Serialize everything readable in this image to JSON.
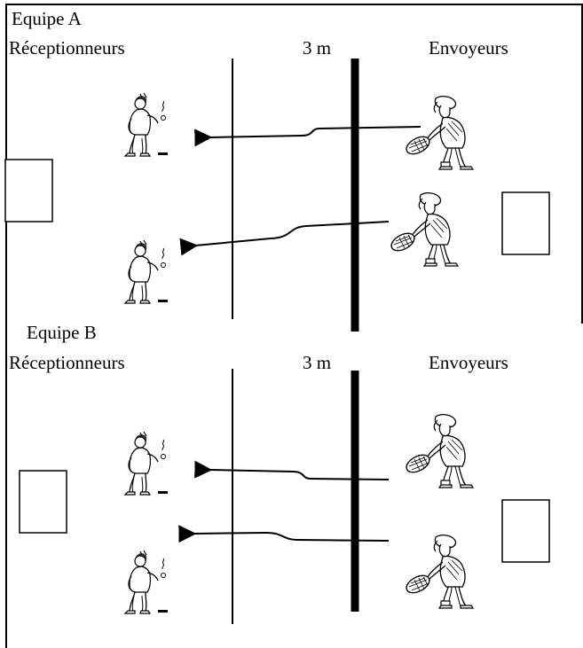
{
  "teams": [
    {
      "name": "Equipe A",
      "receivers_label": "Réceptionneurs",
      "distance_label": "3 m",
      "senders_label": "Envoyeurs"
    },
    {
      "name": "Equipe B",
      "receivers_label": "Réceptionneurs",
      "distance_label": "3 m",
      "senders_label": "Envoyeurs"
    }
  ],
  "icons": {
    "receiver": "receiver-player-figure",
    "sender": "tennis-player-with-racket-figure",
    "target": "rectangle-target",
    "arrow": "ball-trajectory-arrow"
  },
  "colors": {
    "line": "#000000",
    "background": "#ffffff"
  }
}
